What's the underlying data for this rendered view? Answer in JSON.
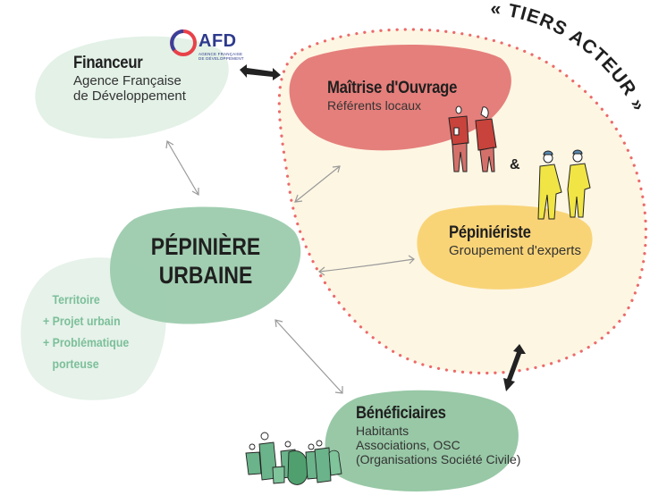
{
  "diagram": {
    "tiers_acteur_label": "« TIERS ACTEUR »",
    "financeur": {
      "title": "Financeur",
      "line1": "Agence Française",
      "line2": "de Développement"
    },
    "logo": {
      "name": "AFD",
      "line1": "AGENCE FRANÇAISE",
      "line2": "DE DÉVELOPPEMENT"
    },
    "maitrise": {
      "title": "Maîtrise d'Ouvrage",
      "subtitle": "Référents locaux"
    },
    "ampersand": "&",
    "pepinieriste": {
      "title": "Pépiniériste",
      "subtitle": "Groupement d'experts"
    },
    "pepiniere": {
      "line1": "PÉPINIÈRE",
      "line2": "URBAINE"
    },
    "territoire": {
      "lines": [
        "Territoire",
        "+ Projet urbain",
        "+ Problématique",
        "porteuse"
      ]
    },
    "beneficiaires": {
      "title": "Bénéficiaires",
      "line1": "Habitants",
      "line2": "Associations, OSC",
      "line3": "(Organisations Société Civile)"
    },
    "colors": {
      "financeur_blob": "#e3f1e7",
      "maitrise_blob": "#e57f7b",
      "pepinieriste_blob": "#f9d477",
      "pepiniere_blob": "#9ccbad",
      "territoire_blob": "#e6f2ea",
      "beneficiaires_blob": "#98c8a6",
      "tiers_zone": "#fdf6e3",
      "dotted_border": "#ec6a6a",
      "strong_arrow": "#222222",
      "thin_arrow": "#9a9a9a"
    }
  }
}
